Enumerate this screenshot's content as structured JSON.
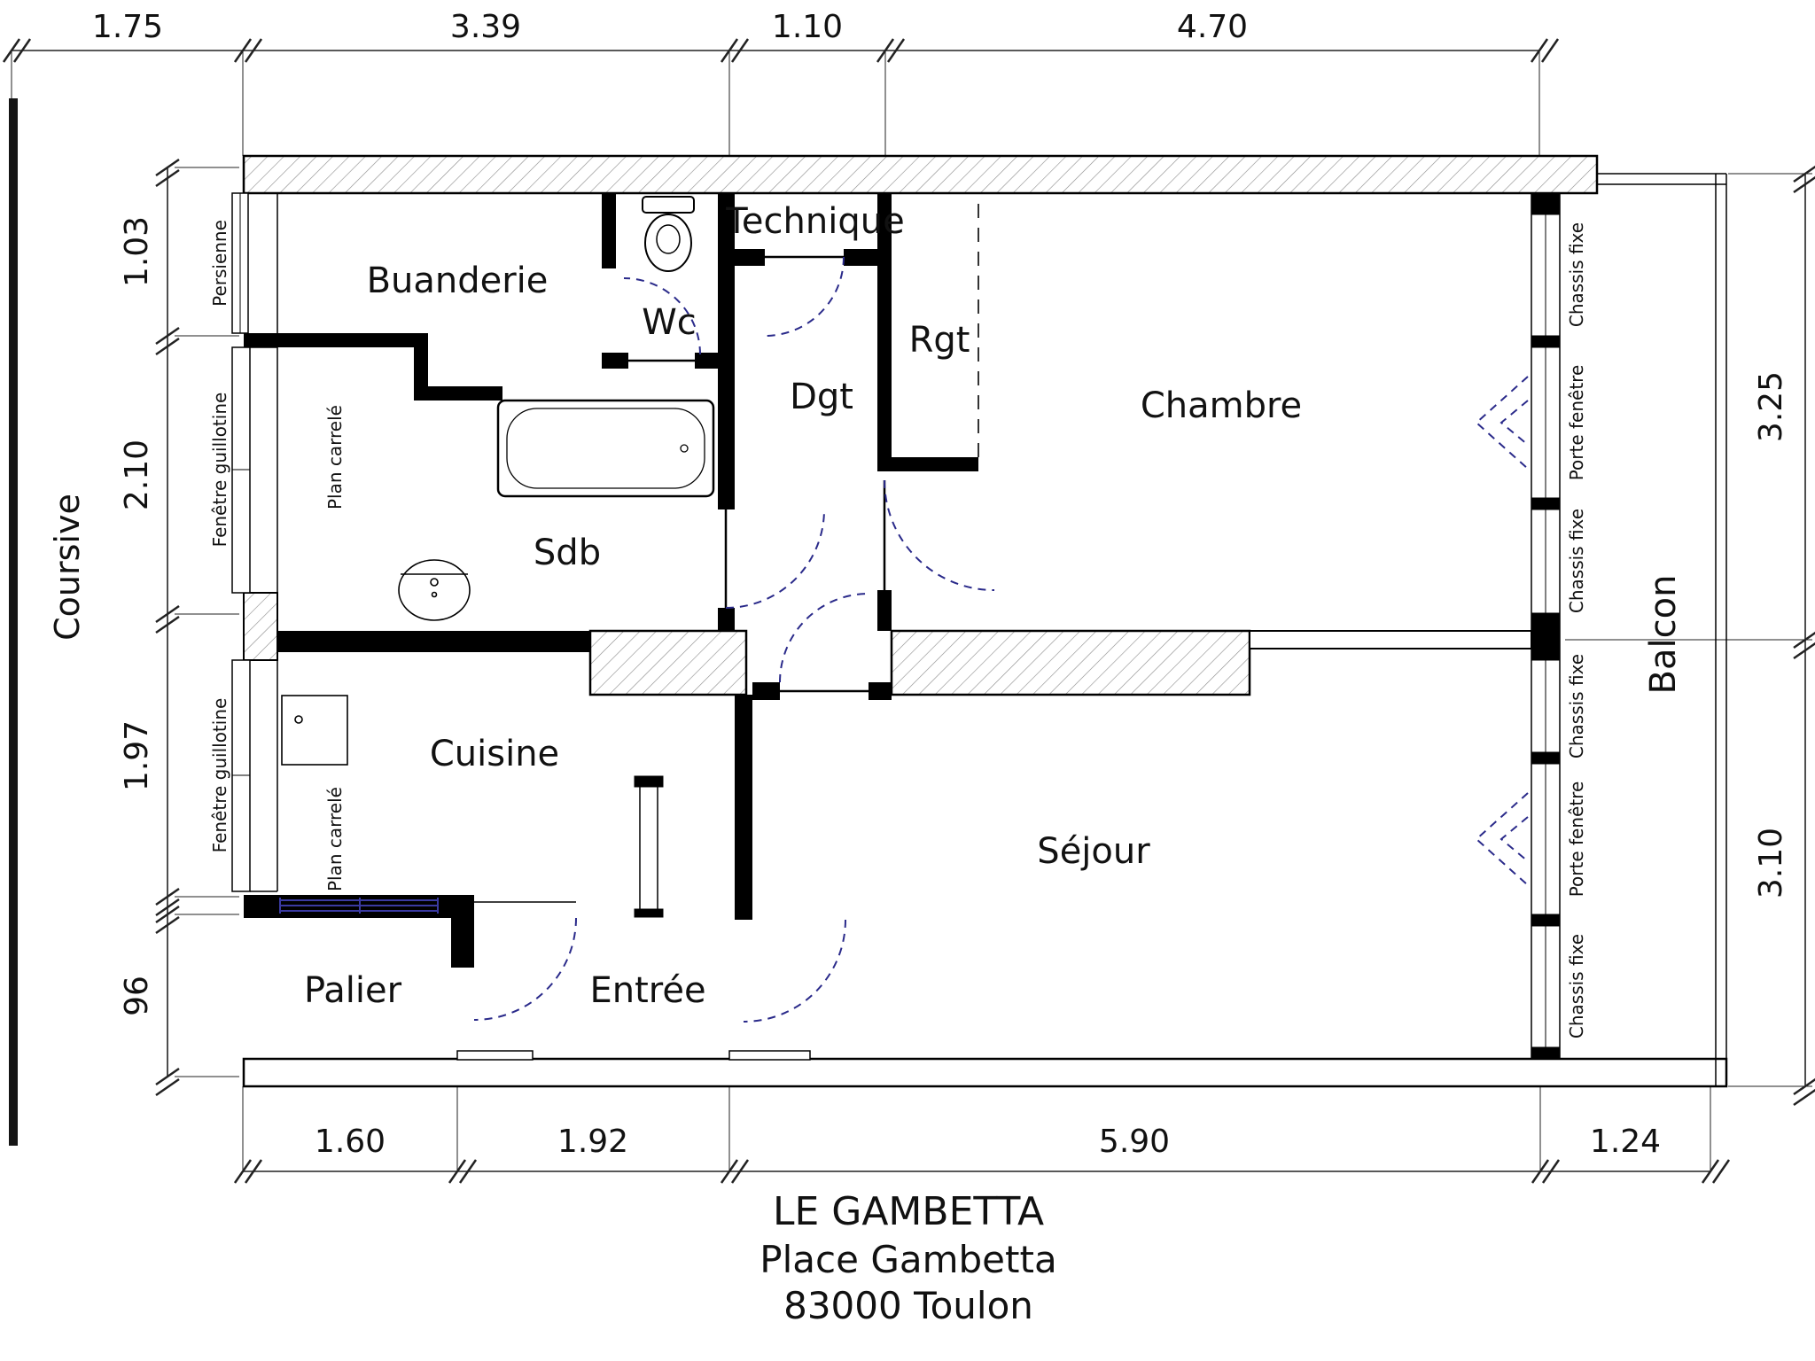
{
  "plan": {
    "title": {
      "building": "LE GAMBETTA",
      "street": "Place Gambetta",
      "city": "83000 Toulon"
    },
    "rooms": {
      "buanderie": "Buanderie",
      "wc": "Wc",
      "technique": "Technique",
      "rgt": "Rgt",
      "dgt": "Dgt",
      "chambre": "Chambre",
      "sdb": "Sdb",
      "cuisine": "Cuisine",
      "sejour": "Séjour",
      "palier": "Palier",
      "entree": "Entrée",
      "balcon": "Balcon",
      "coursive": "Coursive"
    },
    "features": {
      "persienne": "Persienne",
      "fenetre_guillotine_1": "Fenêtre guillotine",
      "fenetre_guillotine_2": "Fenêtre guillotine",
      "plan_carrele_1": "Plan carrelé",
      "plan_carrele_2": "Plan carrelé",
      "chassis_fixe_1": "Chassis fixe",
      "porte_fenetre_1": "Porte fenêtre",
      "chassis_fixe_2": "Chassis fixe",
      "chassis_fixe_3": "Chassis fixe",
      "porte_fenetre_2": "Porte fenêtre",
      "chassis_fixe_4": "Chassis fixe"
    },
    "dims": {
      "top": [
        "1.75",
        "3.39",
        "1.10",
        "4.70"
      ],
      "left": [
        "1.03",
        "2.10",
        "1.97",
        "96"
      ],
      "right": [
        "3.25",
        "3.10"
      ],
      "bottom": [
        "1.60",
        "1.92",
        "5.90",
        "1.24"
      ]
    },
    "colors": {
      "wall": "#000000",
      "hatch": "#8a8a8a",
      "door_swing": "#2a2a8a",
      "glazing_blue": "#3a3aa0"
    }
  }
}
